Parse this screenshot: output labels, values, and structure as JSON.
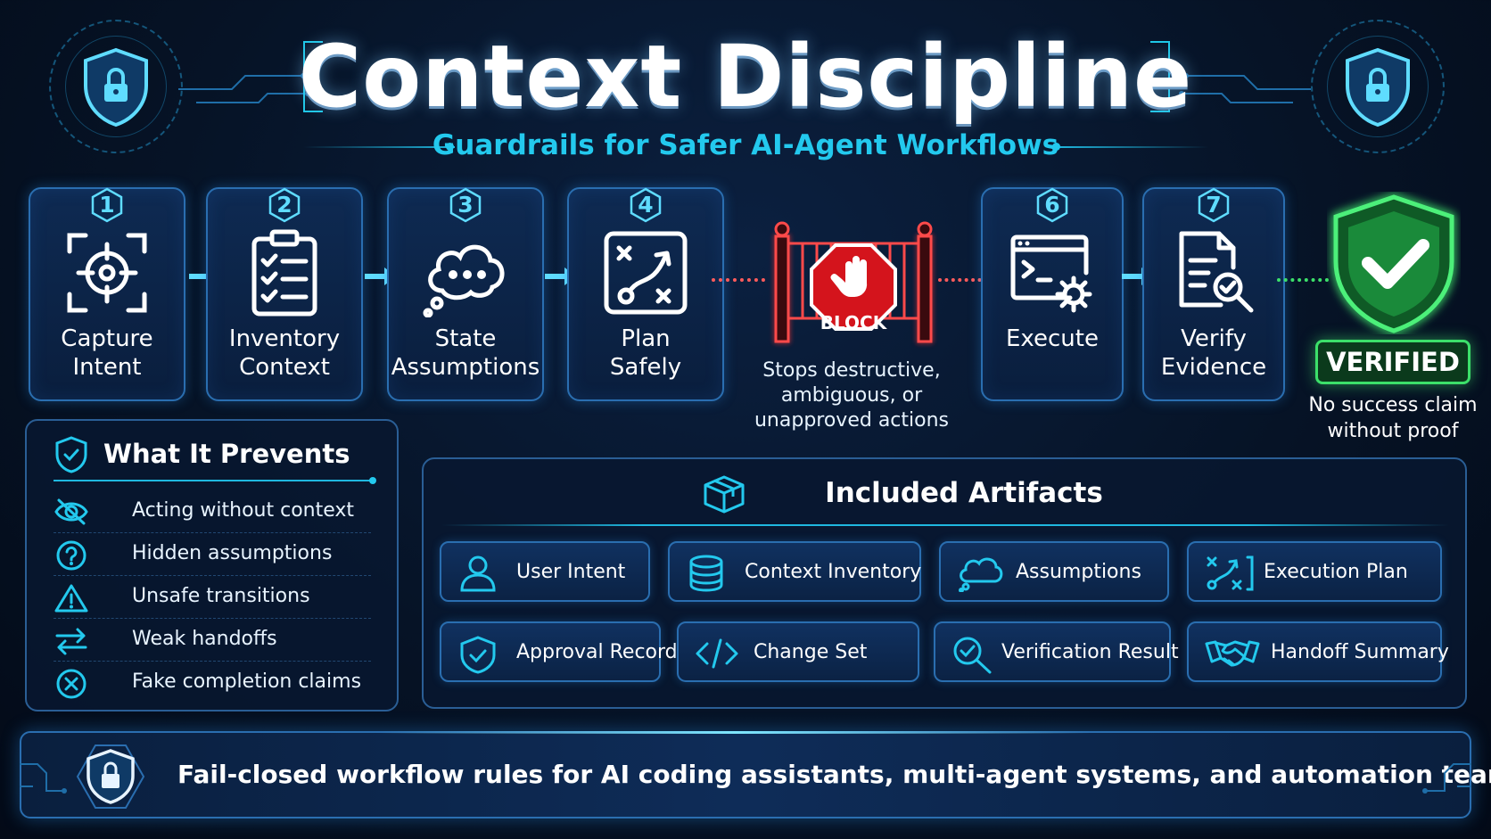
{
  "header": {
    "title": "Context Discipline",
    "subtitle": "Guardrails for Safer AI-Agent Workflows"
  },
  "steps": [
    {
      "num": "1",
      "label": "Capture Intent",
      "line1": "Capture",
      "line2": "Intent",
      "icon": "target-icon"
    },
    {
      "num": "2",
      "label": "Inventory Context",
      "line1": "Inventory",
      "line2": "Context",
      "icon": "checklist-icon"
    },
    {
      "num": "3",
      "label": "State Assumptions",
      "line1": "State",
      "line2": "Assumptions",
      "icon": "thought-cloud-icon"
    },
    {
      "num": "4",
      "label": "Plan Safely",
      "line1": "Plan",
      "line2": "Safely",
      "icon": "strategy-board-icon"
    },
    {
      "num": "6",
      "label": "Execute",
      "line1": "Execute",
      "line2": "",
      "icon": "terminal-gear-icon"
    },
    {
      "num": "7",
      "label": "Verify Evidence",
      "line1": "Verify",
      "line2": "Evidence",
      "icon": "document-search-icon"
    }
  ],
  "block": {
    "sign": "BLOCK",
    "text_lines": [
      "Stops destructive,",
      "ambiguous, or",
      "unapproved actions"
    ]
  },
  "verified": {
    "badge": "VERIFIED",
    "text_lines": [
      "No success claim",
      "without proof"
    ]
  },
  "prevents": {
    "title": "What It Prevents",
    "items": [
      {
        "label": "Acting without context",
        "icon": "eye-off-icon"
      },
      {
        "label": "Hidden assumptions",
        "icon": "question-icon"
      },
      {
        "label": "Unsafe transitions",
        "icon": "warning-icon"
      },
      {
        "label": "Weak handoffs",
        "icon": "swap-arrows-icon"
      },
      {
        "label": "Fake completion claims",
        "icon": "x-circle-icon"
      }
    ]
  },
  "artifacts": {
    "title": "Included Artifacts",
    "items": [
      {
        "label": "User Intent",
        "icon": "user-icon"
      },
      {
        "label": "Context Inventory",
        "icon": "database-icon"
      },
      {
        "label": "Assumptions",
        "icon": "cloud-icon"
      },
      {
        "label": "Execution Plan",
        "icon": "plan-icon"
      },
      {
        "label": "Approval Record",
        "icon": "shield-check-icon"
      },
      {
        "label": "Change Set",
        "icon": "code-icon"
      },
      {
        "label": "Verification Result",
        "icon": "magnifier-check-icon"
      },
      {
        "label": "Handoff Summary",
        "icon": "handshake-icon"
      }
    ]
  },
  "footer": {
    "text": "Fail-closed workflow rules for AI coding assistants, multi-agent systems, and automation teams."
  },
  "colors": {
    "accent": "#23c9ee",
    "panel_border": "#2a6eb0",
    "block_red": "#e02424",
    "verified_green": "#3ce06a"
  }
}
